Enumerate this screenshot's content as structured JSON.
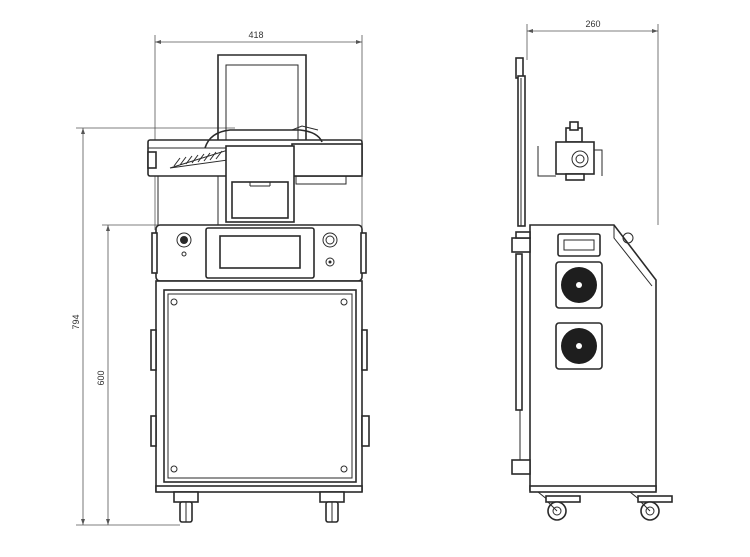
{
  "dimensions": {
    "front_width": "418",
    "total_height": "794",
    "body_height": "600",
    "side_depth": "260"
  },
  "colors": {
    "line": "#2a2a2a",
    "dimension_line": "#555555",
    "background": "#ffffff"
  }
}
